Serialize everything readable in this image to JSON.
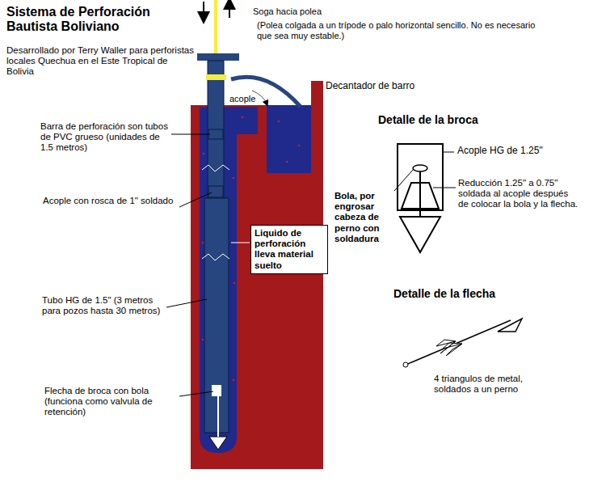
{
  "diagram": {
    "title": "Sistema de Perforación Bautista Boliviano",
    "nodes": [
      {
        "text": [
          "Liquido de perforación lleva material suelto"
        ]
      }
    ],
    "labels": [
      "Desarrollado por Terry Waller para perforistas locales Quechua en el Este Tropical de Bolivia",
      "Soga hacia polea",
      "(Polea colgada a un trípode o palo horizontal sencillo. No es necesario que sea muy estable.)",
      "Decantador de barro",
      "acople",
      "Barra de perforación son tubos de PVC grueso (unidades de 1.5 metros)",
      "Acople con rosca de 1\" soldado",
      "Tubo HG de 1.5\" (3 metros para pozos hasta 30 metros)",
      "Flecha de broca con bola (funciona como valvula de retención)",
      "Detalle de la broca",
      "Acople HG de 1.25\"",
      "Reducción 1.25\" a 0.75\" soldada al acople después de colocar la bola y la flecha.",
      "Bola, por engrosar cabeza de perno con soldadura",
      "Detalle de la flecha",
      "4 triangulos de metal, soldados a un perno"
    ]
  }
}
